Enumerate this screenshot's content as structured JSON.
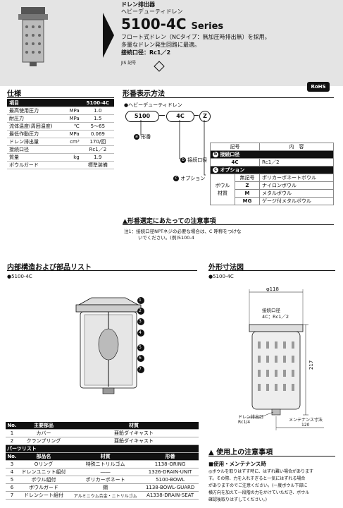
{
  "header": {
    "category_line1": "ドレン排出器",
    "category_line2": "ヘビーデューティドレン",
    "model": "5100-4C",
    "series": "Series",
    "desc1": "フロート式ドレン（NCタイプ：無加圧時排出無）を採用。",
    "desc2": "多量なドレン発生回路に最適。",
    "desc3": "接続口径：Rc1／2",
    "jis": "JIS 記号",
    "rohs": "RoHS"
  },
  "spec": {
    "title": "仕様",
    "head": [
      "項目",
      "5100-4C"
    ],
    "rows": [
      {
        "label": "最高使用圧力",
        "unit": "MPa",
        "value": "1.0"
      },
      {
        "label": "耐圧力",
        "unit": "MPa",
        "value": "1.5"
      },
      {
        "label": "流体温度(周囲温度)",
        "unit": "℃",
        "value": "5〜65"
      },
      {
        "label": "最低作動圧力",
        "unit": "MPa",
        "value": "0.069"
      },
      {
        "label": "ドレン排出量",
        "unit": "cm³",
        "value": "170/回"
      },
      {
        "label": "接続口径",
        "unit": "",
        "value": "Rc1／2"
      },
      {
        "label": "質量",
        "unit": "kg",
        "value": "1.9"
      },
      {
        "label": "ボウルガード",
        "unit": "",
        "value": "標準装備"
      }
    ]
  },
  "model_code": {
    "title": "形番表示方法",
    "subtitle": "●ヘビーデューティドレン",
    "parts": [
      "5100",
      "4C",
      "Z"
    ],
    "label_a": "形番",
    "label_b": "接続口径",
    "label_c": "オプション",
    "table_head": [
      "記号",
      "内　容"
    ],
    "b_title": "接続口径",
    "b_row": {
      "code": "4C",
      "desc": "Rc1／2"
    },
    "c_title": "オプション",
    "c_group1": "ボウル",
    "c_group2": "材質",
    "c_rows": [
      {
        "code": "無記号",
        "desc": "ポリカーボネートボウル"
      },
      {
        "code": "Z",
        "desc": "ナイロンボウル"
      },
      {
        "code": "M",
        "desc": "メタルボウル"
      },
      {
        "code": "MG",
        "desc": "ゲージ付メタルボウル"
      }
    ],
    "caution_title": "形番選定にあたっての注意事項",
    "note1": "注1：接続口径NPTネジの必要な場合は、C 呼称をつけな",
    "note2": "いでください。(例)5100-4"
  },
  "internal": {
    "title": "内部構造および部品リスト",
    "sub": "●5100-4C",
    "callouts": [
      "1",
      "2",
      "3",
      "4",
      "5",
      "6",
      "7"
    ]
  },
  "outline": {
    "title": "外形寸法図",
    "sub": "●5100-4C",
    "dim_width": "φ118",
    "port_label": "接続口径",
    "port_value": "4C：Rc1／2",
    "height": "217",
    "drain_label": "ドレン排出口",
    "drain_value": "Rc1/4",
    "maint_label": "メンテナンス寸法",
    "maint_value": "120"
  },
  "parts": {
    "head1": [
      "No.",
      "主要部品",
      "材質"
    ],
    "main": [
      {
        "no": "1",
        "name": "カバー",
        "material": "亜鉛ダイキャスト"
      },
      {
        "no": "2",
        "name": "クランプリング",
        "material": "亜鉛ダイキャスト"
      }
    ],
    "sub_title": "パーツリスト",
    "head2": [
      "No.",
      "部品名",
      "材質",
      "形番"
    ],
    "list": [
      {
        "no": "3",
        "name": "Oリング",
        "material": "特殊ニトリルゴム",
        "code": "1138-ORING"
      },
      {
        "no": "4",
        "name": "ドレンユニット組付",
        "material": "――",
        "code": "1326-DRAIN-UNIT"
      },
      {
        "no": "5",
        "name": "ボウル組付",
        "material": "ポリカーボネート",
        "code": "5100-BOWL"
      },
      {
        "no": "6",
        "name": "ボウルガード",
        "material": "鋼",
        "code": "1138-BOWL-GUARD"
      },
      {
        "no": "7",
        "name": "ドレンシート組付",
        "material": "アルミニウム合金・ニトリルゴム",
        "code": "A1338-DRAIN-SEAT"
      }
    ]
  },
  "caution": {
    "title": "使用上の注意事項",
    "sub": "■使用・メンテナンス時",
    "lines": [
      "◎ボウルを取りはずす時に、はずれ難い場合があります",
      "す。その際、力を入れすぎると一気にはずれる場合",
      "がありますのでご注意ください。(一度ボウル下部に",
      "横方向を加えて一段階の力をかけていただき、ボウル",
      "確認後取りはずしてください。)"
    ]
  }
}
